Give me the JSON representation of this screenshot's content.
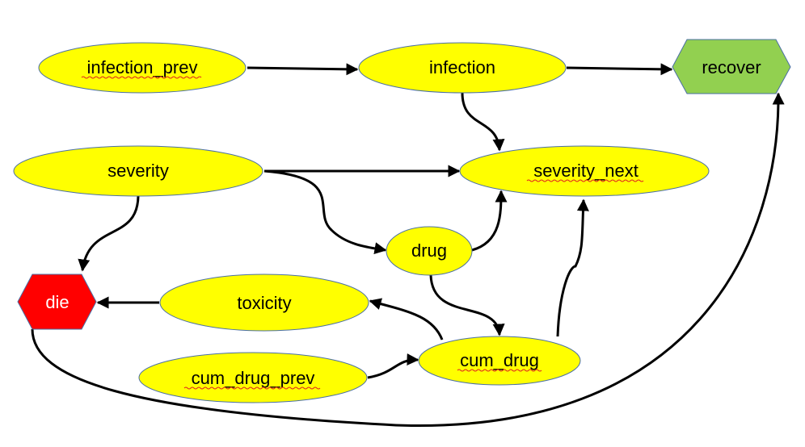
{
  "colors": {
    "node_fill": "#FFFF00",
    "node_stroke": "#4A6FA5",
    "die_fill": "#FF0000",
    "recover_fill": "#92D050",
    "edge": "#000000",
    "spellcheck_underline": "#E02020"
  },
  "nodes": {
    "infection_prev": "infection_prev",
    "infection": "infection",
    "recover": "recover",
    "severity": "severity",
    "severity_next": "severity_next",
    "drug": "drug",
    "die": "die",
    "toxicity": "toxicity",
    "cum_drug": "cum_drug",
    "cum_drug_prev": "cum_drug_prev"
  },
  "edges": [
    {
      "from": "infection_prev",
      "to": "infection"
    },
    {
      "from": "infection",
      "to": "recover"
    },
    {
      "from": "infection",
      "to": "severity_next"
    },
    {
      "from": "severity",
      "to": "severity_next"
    },
    {
      "from": "severity",
      "to": "drug"
    },
    {
      "from": "severity",
      "to": "die"
    },
    {
      "from": "drug",
      "to": "severity_next"
    },
    {
      "from": "drug",
      "to": "cum_drug"
    },
    {
      "from": "toxicity",
      "to": "die"
    },
    {
      "from": "cum_drug",
      "to": "toxicity"
    },
    {
      "from": "cum_drug",
      "to": "severity_next"
    },
    {
      "from": "cum_drug_prev",
      "to": "cum_drug"
    },
    {
      "from": "die",
      "to": "recover"
    }
  ]
}
